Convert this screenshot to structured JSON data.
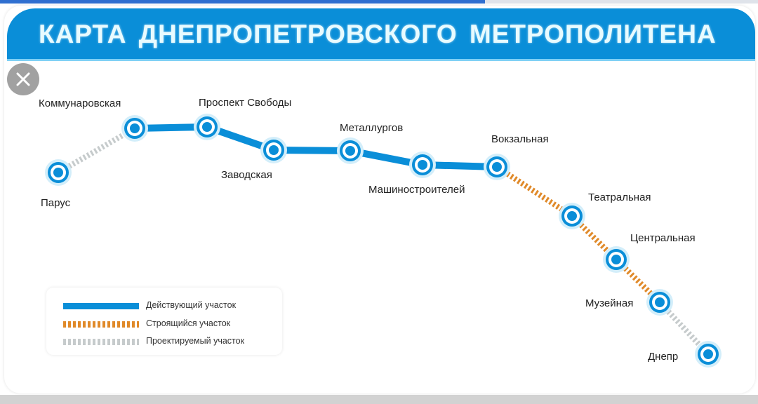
{
  "viewer": {
    "progress_percent": 64,
    "close_icon": "close-x-icon"
  },
  "map": {
    "title": "КАРТА  ДНЕПРОПЕТРОВСКОГО  МЕТРОПОЛИТЕНА",
    "colors": {
      "header": "#0a8ed8",
      "operating": "#0a8ed8",
      "under_construction": "#e08a2a",
      "planned": "#c6cbcc"
    },
    "stations": [
      {
        "name": "Парус"
      },
      {
        "name": "Коммунаровская"
      },
      {
        "name": "Проспект Свободы"
      },
      {
        "name": "Заводская"
      },
      {
        "name": "Металлургов"
      },
      {
        "name": "Машиностроителей"
      },
      {
        "name": "Вокзальная"
      },
      {
        "name": "Театральная"
      },
      {
        "name": "Центральная"
      },
      {
        "name": "Музейная"
      },
      {
        "name": "Днепр"
      }
    ],
    "segments": [
      {
        "from": "Парус",
        "to": "Коммунаровская",
        "status": "planned"
      },
      {
        "from": "Коммунаровская",
        "to": "Вокзальная",
        "status": "operating"
      },
      {
        "from": "Вокзальная",
        "to": "Музейная",
        "status": "under_construction"
      },
      {
        "from": "Музейная",
        "to": "Днепр",
        "status": "planned"
      }
    ],
    "legend": [
      {
        "status": "operating",
        "label": "Действующий участок"
      },
      {
        "status": "under_construction",
        "label": "Строящийся участок"
      },
      {
        "status": "planned",
        "label": "Проектируемый участок"
      }
    ]
  }
}
